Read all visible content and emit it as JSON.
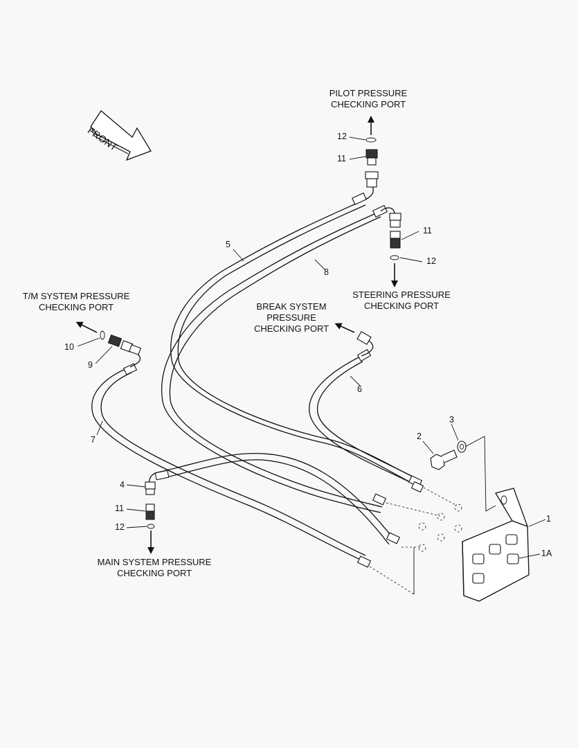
{
  "front_arrow": {
    "text": "FRONT"
  },
  "ports": {
    "pilot": {
      "line1": "PILOT PRESSURE",
      "line2": "CHECKING PORT"
    },
    "steering": {
      "line1": "STEERING PRESSURE",
      "line2": "CHECKING PORT"
    },
    "tm": {
      "line1": "T/M SYSTEM PRESSURE",
      "line2": "CHECKING PORT"
    },
    "brake": {
      "line1": "BREAK SYSTEM",
      "line2": "PRESSURE",
      "line3": "CHECKING PORT"
    },
    "main": {
      "line1": "MAIN SYSTEM PRESSURE",
      "line2": "CHECKING PORT"
    }
  },
  "callouts": {
    "c12_top": "12",
    "c11_top": "11",
    "c11_right": "11",
    "c12_right": "12",
    "c5": "5",
    "c8": "8",
    "c10": "10",
    "c9": "9",
    "c7": "7",
    "c6": "6",
    "c3": "3",
    "c2": "2",
    "c4": "4",
    "c11_bottom": "11",
    "c12_bottom": "12",
    "c1": "1",
    "c1a": "1A"
  },
  "icons": [
    "front-arrow-icon",
    "direction-arrow-icon",
    "hose-line-icon",
    "fitting-icon",
    "bracket-icon",
    "bolt-icon",
    "washer-icon",
    "o-ring-icon"
  ]
}
